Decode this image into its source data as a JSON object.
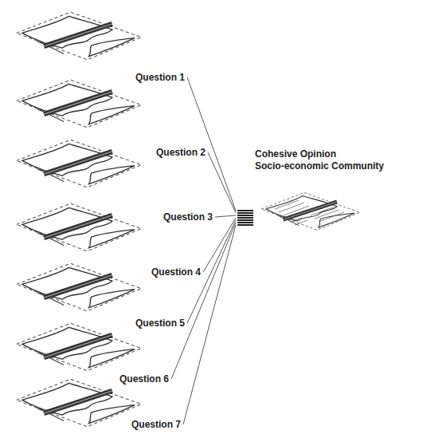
{
  "diagram": {
    "nodes": [
      {
        "text": [
          "Question 1"
        ]
      },
      {
        "text": [
          "Question 2"
        ]
      },
      {
        "text": [
          "Question 3"
        ]
      },
      {
        "text": [
          "Question 4"
        ]
      },
      {
        "text": [
          "Question 5"
        ]
      },
      {
        "text": [
          "Question 6"
        ]
      },
      {
        "text": [
          "Question 7"
        ]
      },
      {
        "text": [
          "Cohesive Opinion",
          "Socio-economic Community"
        ]
      }
    ],
    "edges": [
      {
        "from": 0,
        "to": 7,
        "arrow": "none"
      },
      {
        "from": 1,
        "to": 7,
        "arrow": "none"
      },
      {
        "from": 2,
        "to": 7,
        "arrow": "none"
      },
      {
        "from": 3,
        "to": 7,
        "arrow": "none"
      },
      {
        "from": 4,
        "to": 7,
        "arrow": "none"
      },
      {
        "from": 5,
        "to": 7,
        "arrow": "none"
      },
      {
        "from": 6,
        "to": 7,
        "arrow": "none"
      }
    ]
  }
}
